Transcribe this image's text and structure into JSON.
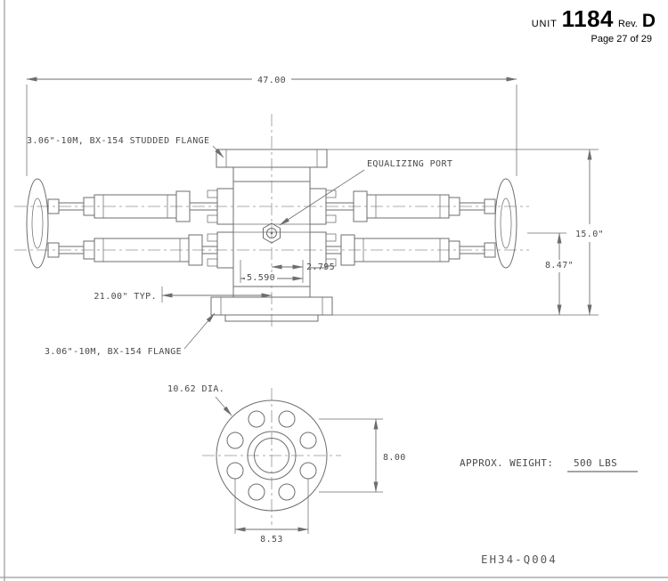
{
  "title_block": {
    "unit_label": "UNIT",
    "unit_number": "1184",
    "rev_label": "Rev.",
    "rev_value": "D",
    "page": "Page 27 of 29"
  },
  "side_view": {
    "labels": {
      "top_flange": "3.06\"-10M, BX-154 STUDDED FLANGE",
      "equalizing_port": "EQUALIZING PORT",
      "bottom_flange": "3.06\"-10M, BX-154 FLANGE"
    },
    "dimensions": {
      "overall_width": "47.00",
      "overall_height": "15.0\"",
      "center_to_bottom": "8.47\"",
      "bore_span": "5.590",
      "bore_half_span": "2.795",
      "stem_typical": "21.00\" TYP."
    }
  },
  "front_view": {
    "dimensions": {
      "outer_diameter": "10.62 DIA.",
      "bolt_vertical": "8.00",
      "bolt_horizontal": "8.53"
    }
  },
  "notes": {
    "weight_label": "APPROX. WEIGHT:",
    "weight_value": "500 LBS",
    "drawing_number": "EH34-Q004"
  },
  "colors": {
    "line": "#6e6e6e",
    "text": "#4a4a4a",
    "title_text": "#000000"
  }
}
